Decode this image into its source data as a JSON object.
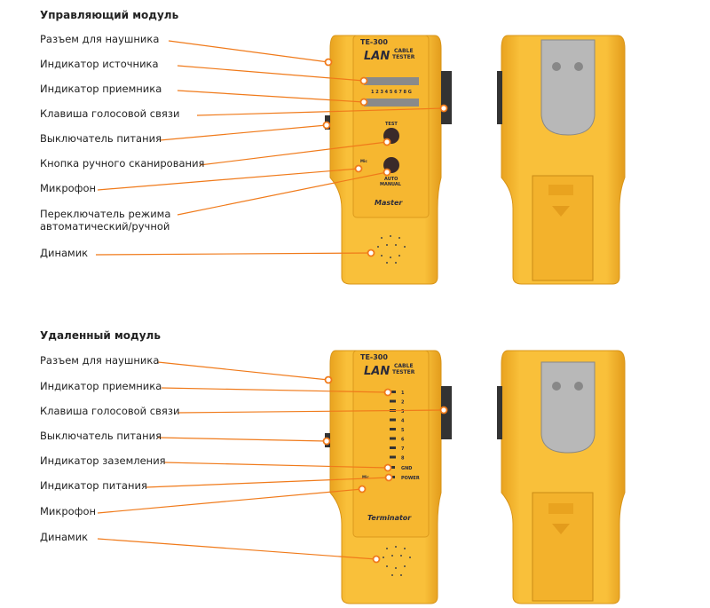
{
  "master": {
    "title": "Управляющий модуль",
    "labels": [
      "Разъем для наушника",
      "Индикатор источника",
      "Индикатор приемника",
      "Клавиша голосовой связи",
      "Выключатель питания",
      "Кнопка ручного сканирования",
      "Микрофон",
      "Переключатель режима",
      "автоматический/ручной",
      "Динамик"
    ],
    "device": {
      "model": "TE-300",
      "brand": "LAN",
      "brand_sub1": "CABLE",
      "brand_sub2": "TESTER",
      "pins": "1 2 3 4 5 6 7 8 G",
      "test": "TEST",
      "mic": "Mic",
      "auto": "AUTO",
      "manual": "MANUAL",
      "name": "Master"
    }
  },
  "remote": {
    "title": "Удаленный модуль",
    "labels": [
      "Разъем для наушника",
      "Индикатор приемника",
      "Клавиша голосовой связи",
      "Выключатель питания",
      "Индикатор заземления",
      "Индикатор питания",
      "Микрофон",
      "Динамик"
    ],
    "device": {
      "model": "TE-300",
      "brand": "LAN",
      "brand_sub1": "CABLE",
      "brand_sub2": "TESTER",
      "leds": [
        "1",
        "2",
        "3",
        "4",
        "5",
        "6",
        "7",
        "8"
      ],
      "gnd": "GND",
      "power": "POWER",
      "mic": "Mic",
      "name": "Terminator"
    }
  },
  "colors": {
    "callout": "#f07a1a",
    "body": "#f7b82c"
  }
}
